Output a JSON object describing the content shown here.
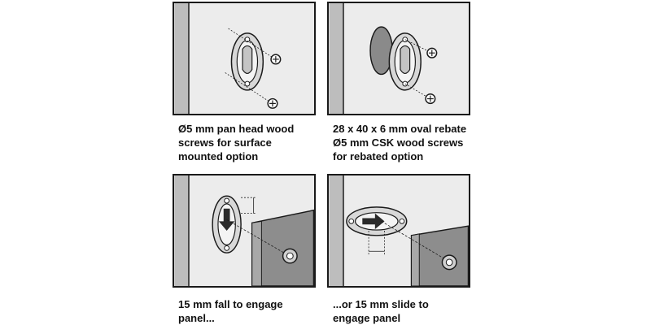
{
  "panels": [
    {
      "caption": "Ø5 mm pan head wood\nscrews for surface\nmounted option"
    },
    {
      "caption": "28 x 40 x 6 mm oval rebate\nØ5 mm CSK wood screws\nfor rebated option"
    },
    {
      "caption": "15 mm fall to engage\npanel..."
    },
    {
      "caption": "...or 15 mm slide to\nengage panel"
    }
  ],
  "colors": {
    "frame": "#1a1a1a",
    "wall_light": "#e9e9e9",
    "wall_shadow": "#bdbdbd",
    "panel_grey": "#8d8d8d",
    "metal": "#d8d8d8"
  }
}
